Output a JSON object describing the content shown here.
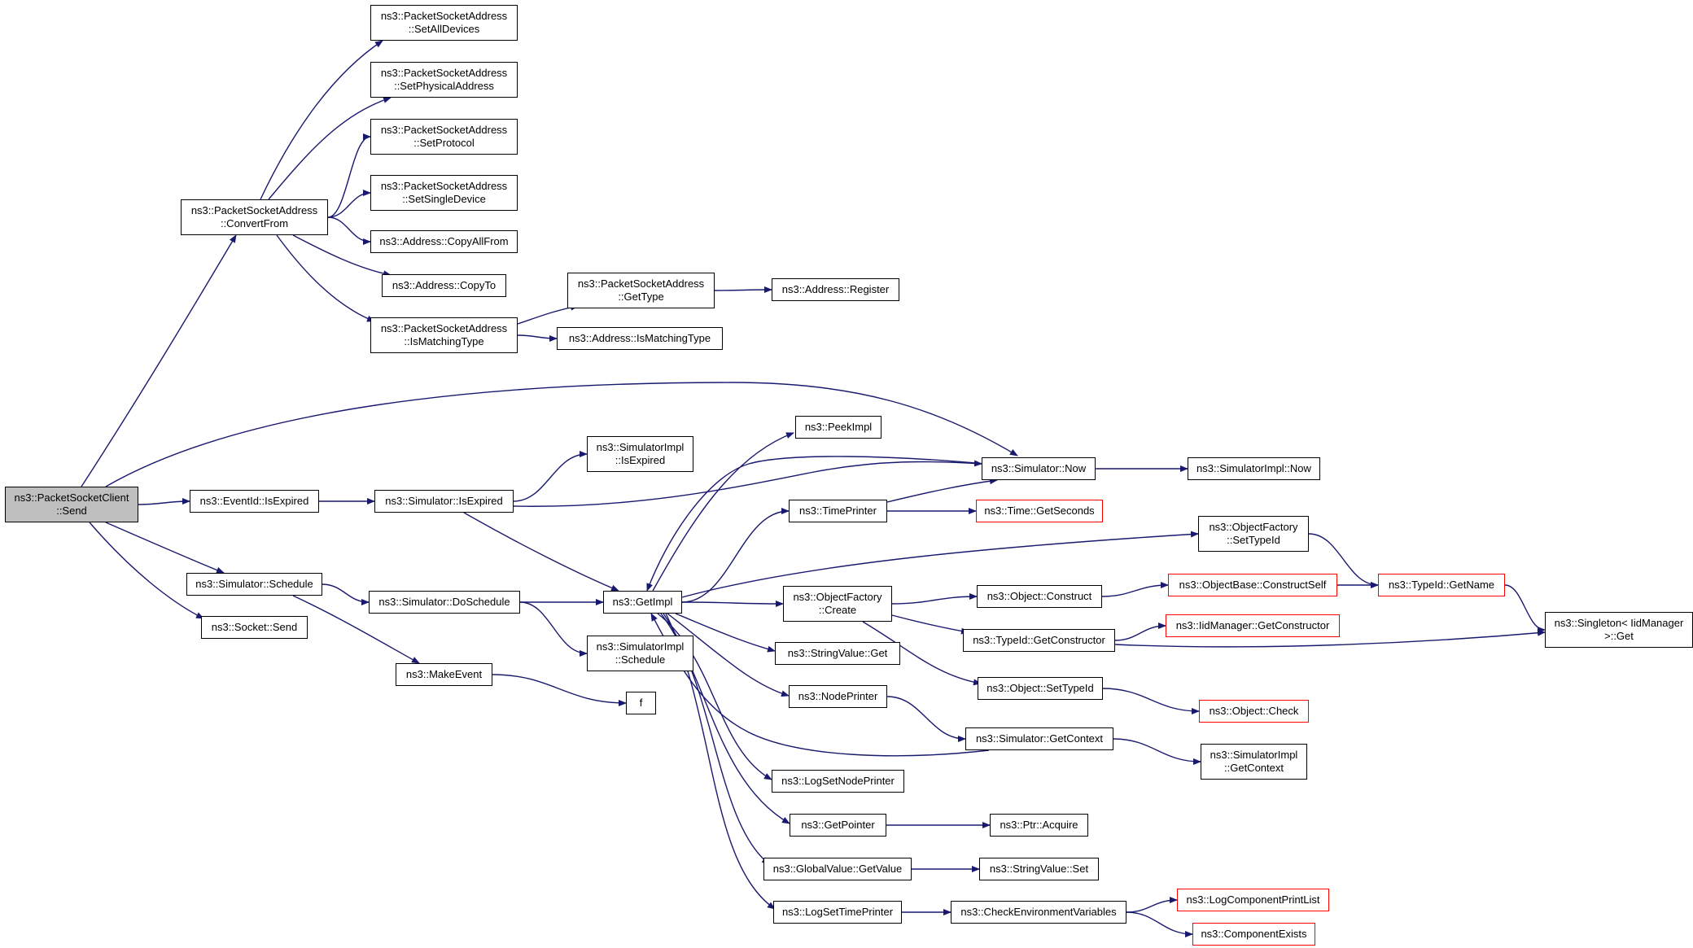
{
  "colors": {
    "edge": "#191970",
    "border": "#000000",
    "external_border": "#ff0000",
    "root_fill": "#bfbfbf",
    "node_fill": "#ffffff"
  },
  "nodes": [
    {
      "id": "root",
      "lines": [
        "ns3::PacketSocketClient",
        "::Send"
      ],
      "kind": "root"
    },
    {
      "id": "pkt_convertfrom",
      "lines": [
        "ns3::PacketSocketAddress",
        "::ConvertFrom"
      ]
    },
    {
      "id": "pkt_setalldevices",
      "lines": [
        "ns3::PacketSocketAddress",
        "::SetAllDevices"
      ]
    },
    {
      "id": "pkt_setphysical",
      "lines": [
        "ns3::PacketSocketAddress",
        "::SetPhysicalAddress"
      ]
    },
    {
      "id": "pkt_setprotocol",
      "lines": [
        "ns3::PacketSocketAddress",
        "::SetProtocol"
      ]
    },
    {
      "id": "pkt_setsingle",
      "lines": [
        "ns3::PacketSocketAddress",
        "::SetSingleDevice"
      ]
    },
    {
      "id": "addr_copyallfrom",
      "lines": [
        "ns3::Address::CopyAllFrom"
      ]
    },
    {
      "id": "addr_copyto",
      "lines": [
        "ns3::Address::CopyTo"
      ]
    },
    {
      "id": "pkt_ismatching",
      "lines": [
        "ns3::PacketSocketAddress",
        "::IsMatchingType"
      ]
    },
    {
      "id": "pkt_gettype",
      "lines": [
        "ns3::PacketSocketAddress",
        "::GetType"
      ]
    },
    {
      "id": "addr_register",
      "lines": [
        "ns3::Address::Register"
      ]
    },
    {
      "id": "addr_ismatching",
      "lines": [
        "ns3::Address::IsMatchingType"
      ]
    },
    {
      "id": "eventid_isexpired",
      "lines": [
        "ns3::EventId::IsExpired"
      ]
    },
    {
      "id": "sim_isexpired",
      "lines": [
        "ns3::Simulator::IsExpired"
      ]
    },
    {
      "id": "simimpl_isexpired",
      "lines": [
        "ns3::SimulatorImpl",
        "::IsExpired"
      ]
    },
    {
      "id": "peekimpl",
      "lines": [
        "ns3::PeekImpl"
      ]
    },
    {
      "id": "sim_now",
      "lines": [
        "ns3::Simulator::Now"
      ]
    },
    {
      "id": "simimpl_now",
      "lines": [
        "ns3::SimulatorImpl::Now"
      ]
    },
    {
      "id": "timeprinter",
      "lines": [
        "ns3::TimePrinter"
      ]
    },
    {
      "id": "time_getseconds",
      "lines": [
        "ns3::Time::GetSeconds"
      ],
      "kind": "ext"
    },
    {
      "id": "objfactory_settypeid",
      "lines": [
        "ns3::ObjectFactory",
        "::SetTypeId"
      ]
    },
    {
      "id": "objfactory_create",
      "lines": [
        "ns3::ObjectFactory",
        "::Create"
      ]
    },
    {
      "id": "object_construct",
      "lines": [
        "ns3::Object::Construct"
      ]
    },
    {
      "id": "objbase_constructself",
      "lines": [
        "ns3::ObjectBase::ConstructSelf"
      ],
      "kind": "ext"
    },
    {
      "id": "typeid_getname",
      "lines": [
        "ns3::TypeId::GetName"
      ],
      "kind": "ext"
    },
    {
      "id": "singleton_get",
      "lines": [
        "ns3::Singleton< IidManager",
        ">::Get"
      ]
    },
    {
      "id": "typeid_getconstructor",
      "lines": [
        "ns3::TypeId::GetConstructor"
      ]
    },
    {
      "id": "iidmanager_getconstructor",
      "lines": [
        "ns3::IidManager::GetConstructor"
      ],
      "kind": "ext"
    },
    {
      "id": "object_settypeid",
      "lines": [
        "ns3::Object::SetTypeId"
      ]
    },
    {
      "id": "object_check",
      "lines": [
        "ns3::Object::Check"
      ],
      "kind": "ext"
    },
    {
      "id": "sim_schedule",
      "lines": [
        "ns3::Simulator::Schedule"
      ]
    },
    {
      "id": "socket_send",
      "lines": [
        "ns3::Socket::Send"
      ]
    },
    {
      "id": "sim_doschedule",
      "lines": [
        "ns3::Simulator::DoSchedule"
      ]
    },
    {
      "id": "getimpl",
      "lines": [
        "ns3::GetImpl"
      ]
    },
    {
      "id": "simimpl_schedule",
      "lines": [
        "ns3::SimulatorImpl",
        "::Schedule"
      ]
    },
    {
      "id": "makeevent",
      "lines": [
        "ns3::MakeEvent"
      ]
    },
    {
      "id": "f",
      "lines": [
        "f"
      ]
    },
    {
      "id": "stringvalue_get",
      "lines": [
        "ns3::StringValue::Get"
      ]
    },
    {
      "id": "nodeprinter",
      "lines": [
        "ns3::NodePrinter"
      ]
    },
    {
      "id": "sim_getcontext",
      "lines": [
        "ns3::Simulator::GetContext"
      ]
    },
    {
      "id": "simimpl_getcontext",
      "lines": [
        "ns3::SimulatorImpl",
        "::GetContext"
      ]
    },
    {
      "id": "logsetnodeprinter",
      "lines": [
        "ns3::LogSetNodePrinter"
      ]
    },
    {
      "id": "getpointer",
      "lines": [
        "ns3::GetPointer"
      ]
    },
    {
      "id": "ptr_acquire",
      "lines": [
        "ns3::Ptr::Acquire"
      ]
    },
    {
      "id": "globalvalue_getvalue",
      "lines": [
        "ns3::GlobalValue::GetValue"
      ]
    },
    {
      "id": "stringvalue_set",
      "lines": [
        "ns3::StringValue::Set"
      ]
    },
    {
      "id": "logsettimeprinter",
      "lines": [
        "ns3::LogSetTimePrinter"
      ]
    },
    {
      "id": "checkenvvars",
      "lines": [
        "ns3::CheckEnvironmentVariables"
      ]
    },
    {
      "id": "logcomponentprintlist",
      "lines": [
        "ns3::LogComponentPrintList"
      ],
      "kind": "ext"
    },
    {
      "id": "componentexists",
      "lines": [
        "ns3::ComponentExists"
      ],
      "kind": "ext"
    }
  ],
  "edges": [
    [
      "root",
      "pkt_convertfrom"
    ],
    [
      "root",
      "sim_now"
    ],
    [
      "root",
      "eventid_isexpired"
    ],
    [
      "root",
      "sim_schedule"
    ],
    [
      "root",
      "socket_send"
    ],
    [
      "pkt_convertfrom",
      "pkt_setalldevices"
    ],
    [
      "pkt_convertfrom",
      "pkt_setphysical"
    ],
    [
      "pkt_convertfrom",
      "pkt_setprotocol"
    ],
    [
      "pkt_convertfrom",
      "pkt_setsingle"
    ],
    [
      "pkt_convertfrom",
      "addr_copyallfrom"
    ],
    [
      "pkt_convertfrom",
      "addr_copyto"
    ],
    [
      "pkt_convertfrom",
      "pkt_ismatching"
    ],
    [
      "pkt_ismatching",
      "pkt_gettype"
    ],
    [
      "pkt_ismatching",
      "addr_ismatching"
    ],
    [
      "pkt_gettype",
      "addr_register"
    ],
    [
      "eventid_isexpired",
      "sim_isexpired"
    ],
    [
      "sim_isexpired",
      "simimpl_isexpired"
    ],
    [
      "sim_isexpired",
      "sim_now"
    ],
    [
      "sim_isexpired",
      "getimpl"
    ],
    [
      "sim_now",
      "getimpl"
    ],
    [
      "sim_now",
      "simimpl_now"
    ],
    [
      "getimpl",
      "peekimpl"
    ],
    [
      "getimpl",
      "timeprinter"
    ],
    [
      "getimpl",
      "objfactory_settypeid"
    ],
    [
      "getimpl",
      "objfactory_create"
    ],
    [
      "getimpl",
      "stringvalue_get"
    ],
    [
      "getimpl",
      "nodeprinter"
    ],
    [
      "getimpl",
      "logsetnodeprinter"
    ],
    [
      "getimpl",
      "getpointer"
    ],
    [
      "getimpl",
      "globalvalue_getvalue"
    ],
    [
      "getimpl",
      "logsettimeprinter"
    ],
    [
      "timeprinter",
      "sim_now"
    ],
    [
      "timeprinter",
      "time_getseconds"
    ],
    [
      "objfactory_settypeid",
      "typeid_getname"
    ],
    [
      "objfactory_create",
      "object_construct"
    ],
    [
      "objfactory_create",
      "typeid_getconstructor"
    ],
    [
      "objfactory_create",
      "object_settypeid"
    ],
    [
      "object_construct",
      "objbase_constructself"
    ],
    [
      "objbase_constructself",
      "typeid_getname"
    ],
    [
      "typeid_getname",
      "singleton_get"
    ],
    [
      "typeid_getconstructor",
      "iidmanager_getconstructor"
    ],
    [
      "typeid_getconstructor",
      "singleton_get"
    ],
    [
      "object_settypeid",
      "object_check"
    ],
    [
      "sim_schedule",
      "sim_doschedule"
    ],
    [
      "sim_schedule",
      "makeevent"
    ],
    [
      "sim_doschedule",
      "getimpl"
    ],
    [
      "sim_doschedule",
      "simimpl_schedule"
    ],
    [
      "makeevent",
      "f"
    ],
    [
      "nodeprinter",
      "sim_getcontext"
    ],
    [
      "sim_getcontext",
      "getimpl"
    ],
    [
      "sim_getcontext",
      "simimpl_getcontext"
    ],
    [
      "getpointer",
      "ptr_acquire"
    ],
    [
      "globalvalue_getvalue",
      "stringvalue_set"
    ],
    [
      "logsettimeprinter",
      "checkenvvars"
    ],
    [
      "checkenvvars",
      "logcomponentprintlist"
    ],
    [
      "checkenvvars",
      "componentexists"
    ]
  ]
}
